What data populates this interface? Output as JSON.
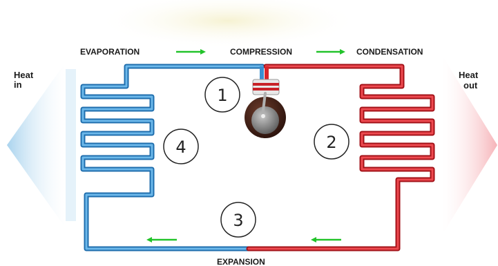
{
  "diagram": {
    "labels": {
      "evaporation": "EVAPORATION",
      "compression": "COMPRESSION",
      "condensation": "CONDENSATION",
      "expansion": "EXPANSION",
      "heat_in_line1": "Heat",
      "heat_in_line2": "in",
      "heat_out_line1": "Heat",
      "heat_out_line2": "out"
    },
    "stages": [
      {
        "number": "1"
      },
      {
        "number": "2"
      },
      {
        "number": "3"
      },
      {
        "number": "4"
      }
    ],
    "colors": {
      "cold_pipe": "#3a8fd0",
      "hot_pipe": "#d8242a",
      "arrow": "#22c32a",
      "heat_in_arrow": "#bfe0f3",
      "heat_out_arrow": "#f8c8cc",
      "top_glow": "#f7f4de"
    }
  }
}
